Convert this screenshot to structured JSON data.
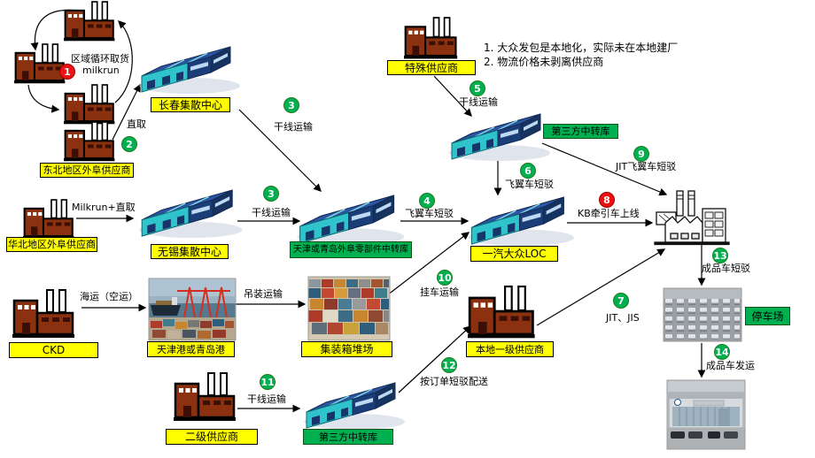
{
  "notes": {
    "line1": "1.  大众发包是本地化，实际未在本地建厂",
    "line2": "2.  物流价格未剥离供应商"
  },
  "nodes": {
    "northeast_supplier": "东北地区外阜供应商",
    "changchun_center": "长春集散中心",
    "north_china_supplier": "华北地区外阜供应商",
    "wuxi_center": "无锡集散中心",
    "ckd": "CKD",
    "tianjin_qingdao_port": "天津港或青岛港",
    "container_yard": "集装箱堆场",
    "special_supplier": "特殊供应商",
    "outer_parts_hub": "天津或青岛外阜零部件中转库",
    "faw_vw_loc": "一汽大众LOC",
    "third_party_hub": "第三方中转库",
    "local_tier1_supplier": "本地一级供应商",
    "tier2_supplier": "二级供应商",
    "parking_lot": "停车场"
  },
  "flows": {
    "regional_milkrun_line1": "区域循环取货",
    "regional_milkrun_line2": "milkrun",
    "direct_pickup": "直取",
    "trunk_transport": "干线运输",
    "milkrun_direct": "Milkrun+直取",
    "wing_truck_shuttle": "飞翼车短驳",
    "jit_wing_truck_shuttle": "JIT飞翼车短驳",
    "kb_tractor_online": "KB牵引车上线",
    "sea_air_transport": "海运（空运）",
    "hoisting_transport": "吊装运输",
    "trailer_transport": "挂车运输",
    "jit_jis": "JIT、JIS",
    "order_shuttle_delivery": "按订单短驳配送",
    "finished_vehicle_shuttle": "成品车短驳",
    "finished_vehicle_dispatch": "成品车发运"
  },
  "badges": {
    "b1": "1",
    "b2": "2",
    "b3": "3",
    "b4": "4",
    "b5": "5",
    "b6": "6",
    "b7": "7",
    "b8": "8",
    "b9": "9",
    "b10": "10",
    "b11": "11",
    "b12": "12",
    "b13": "13",
    "b14": "14"
  },
  "colors": {
    "badge_green": "#00B050",
    "badge_red": "#EE1111",
    "label_yellow": "#FFFF00",
    "label_green": "#00B050",
    "warehouse_roof": "#2B55A0",
    "warehouse_wall": "#30C3CC",
    "factory_brown": "#8B3110"
  }
}
